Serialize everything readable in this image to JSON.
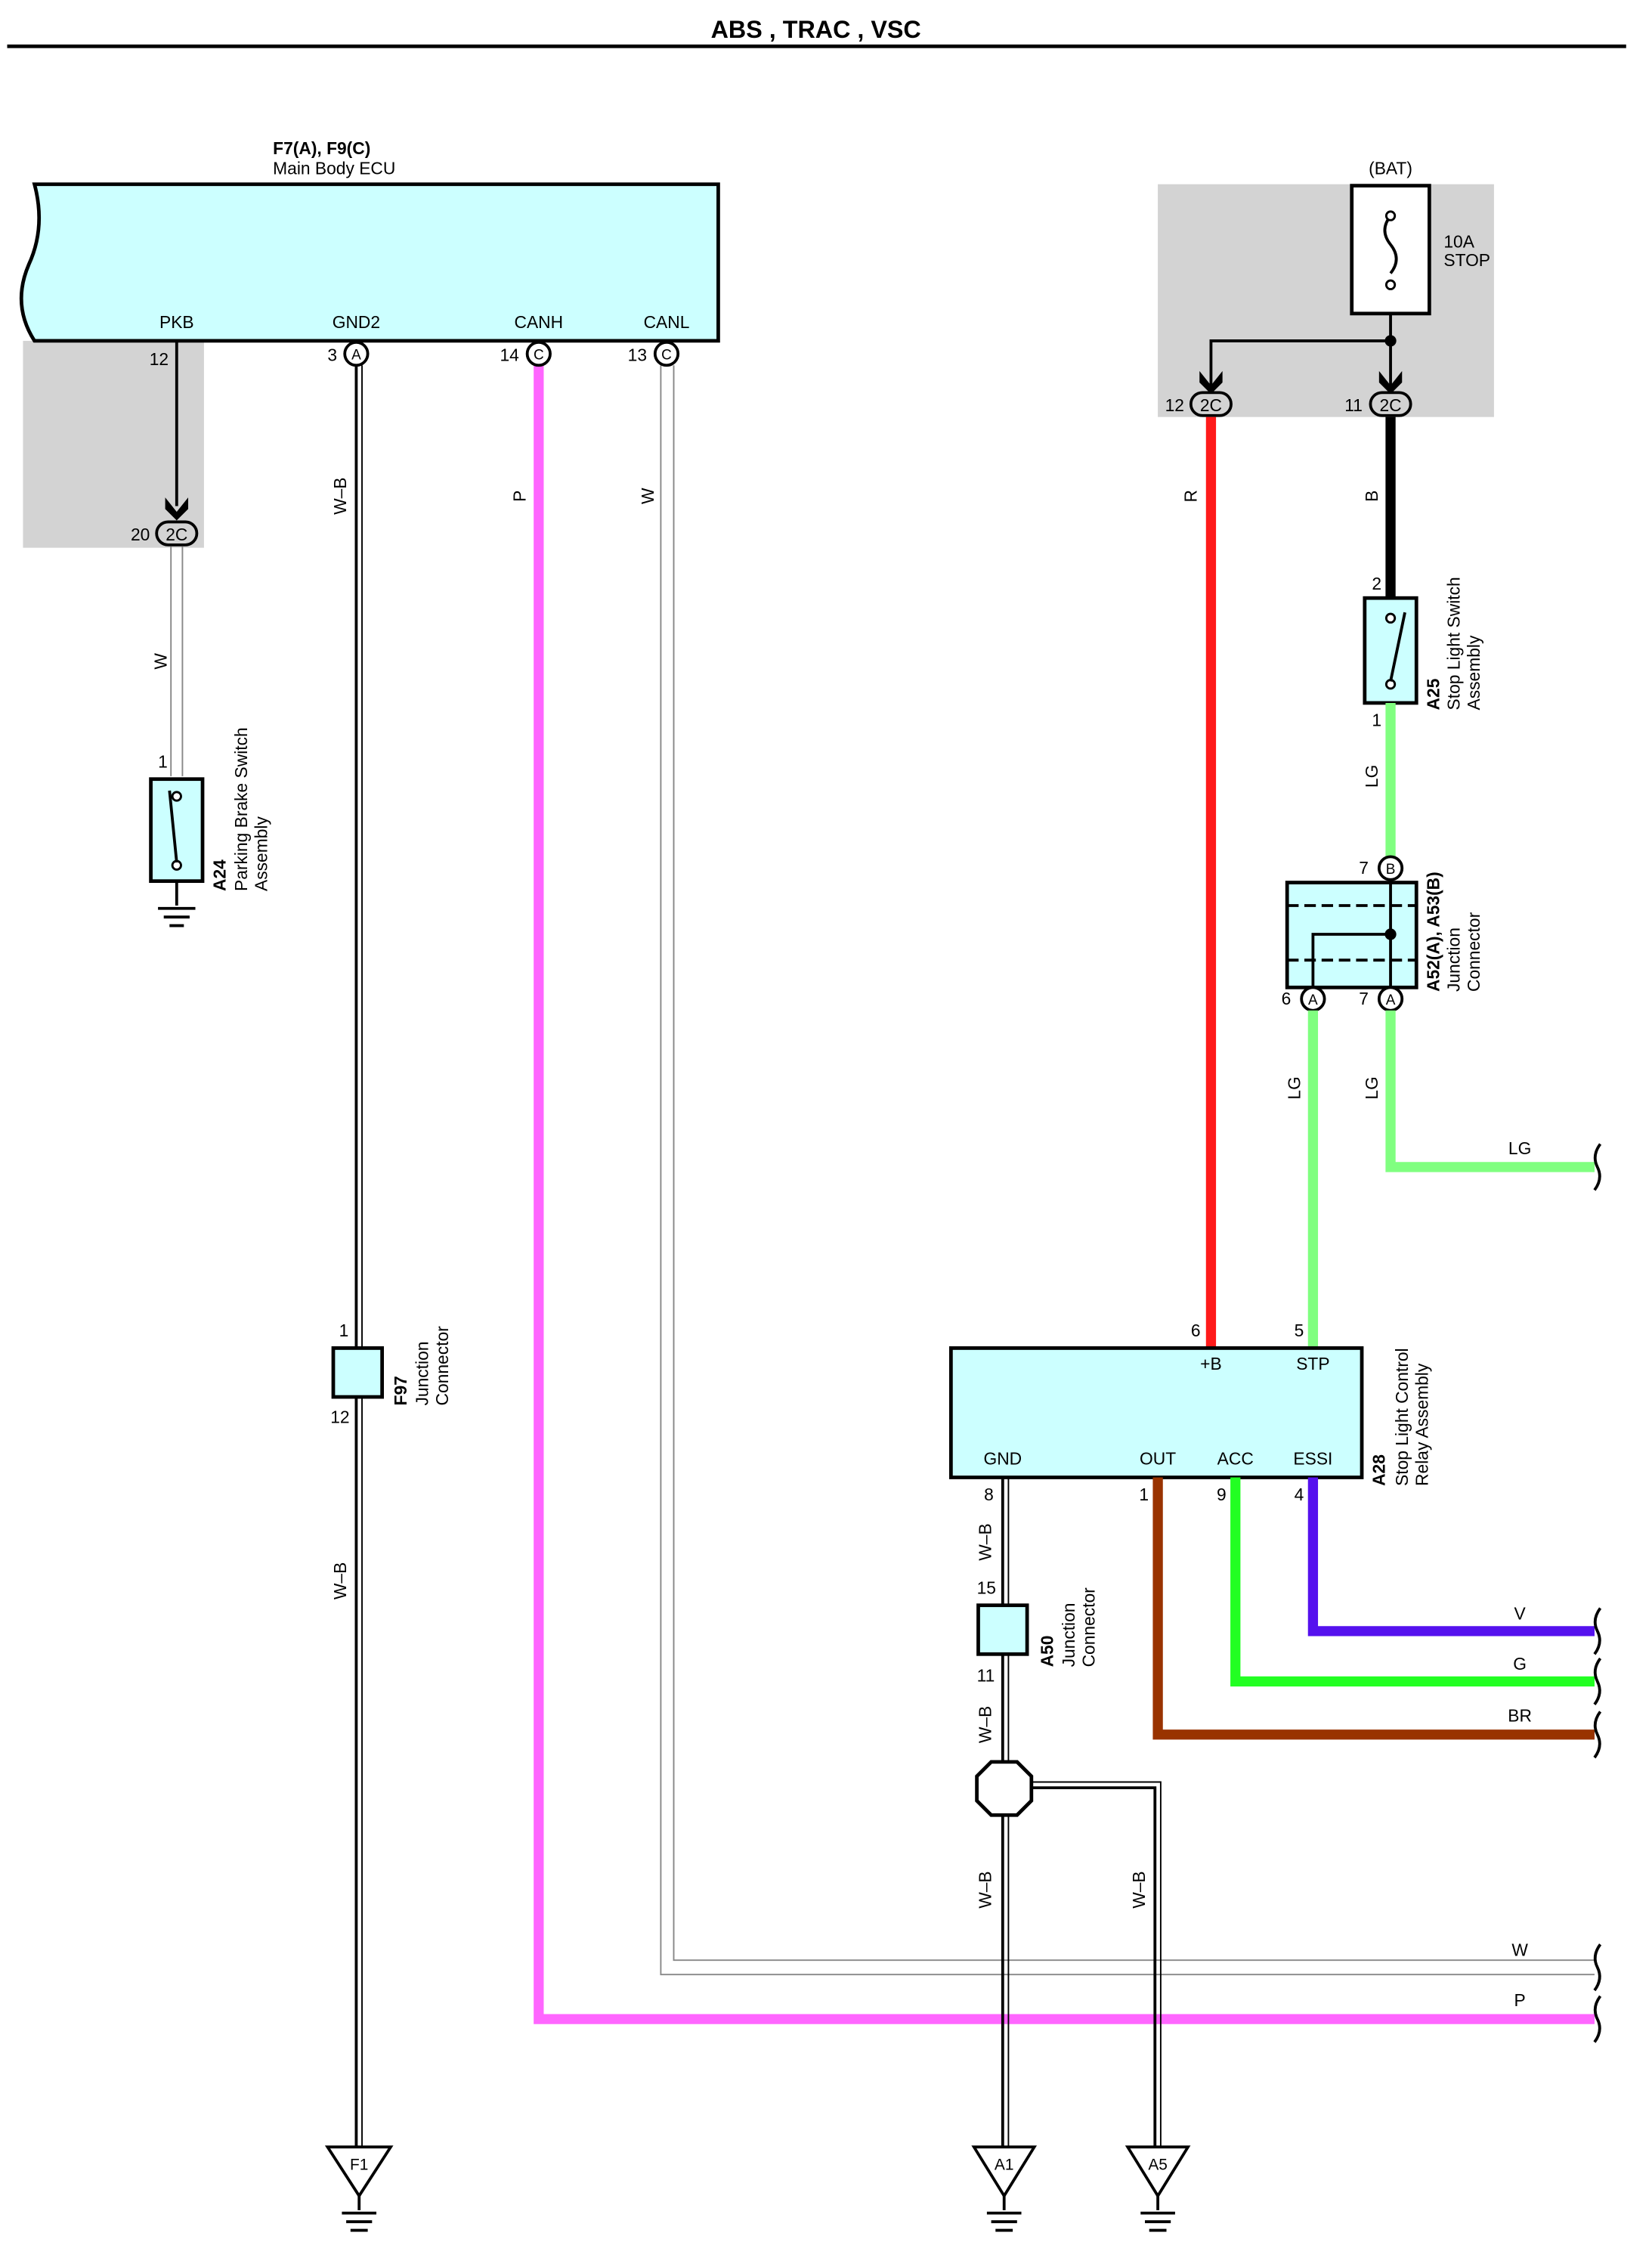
{
  "title": "ABS , TRAC , VSC",
  "colors": {
    "ecu_fill": "#ccffff",
    "relay_block": "#d3d3d3",
    "pink": "#ff66ff",
    "red": "#ff1a1a",
    "black": "#000000",
    "light_green": "#80ff80",
    "green": "#22ff22",
    "violet": "#5511ee",
    "brown": "#993300",
    "white_wire": "#ffffff"
  },
  "ecu": {
    "code": "F7(A), F9(C)",
    "name": "Main Body ECU",
    "terminals": [
      {
        "label": "PKB",
        "pin": "12",
        "conn": ""
      },
      {
        "label": "GND2",
        "pin": "3",
        "conn": "A"
      },
      {
        "label": "CANH",
        "pin": "14",
        "conn": "C"
      },
      {
        "label": "CANL",
        "pin": "13",
        "conn": "C"
      }
    ]
  },
  "fuse": {
    "source": "(BAT)",
    "rating": "10A",
    "name": "STOP",
    "pins": [
      {
        "pin": "12",
        "conn": "2C"
      },
      {
        "pin": "11",
        "conn": "2C"
      }
    ]
  },
  "junction_block_pin": {
    "pin": "20",
    "conn": "2C"
  },
  "components": {
    "a24": {
      "code": "A24",
      "name_line1": "Parking Brake Switch",
      "name_line2": "Assembly",
      "pin": "1"
    },
    "a25": {
      "code": "A25",
      "name_line1": "Stop Light Switch",
      "name_line2": "Assembly",
      "pin_top": "2",
      "pin_bottom": "1"
    },
    "a52": {
      "code": "A52(A), A53(B)",
      "name_line1": "Junction",
      "name_line2": "Connector",
      "pin_b": "7",
      "conn_b": "B",
      "pin_a6": "6",
      "conn_a6": "A",
      "pin_a7": "7",
      "conn_a7": "A"
    },
    "f97": {
      "code": "F97",
      "name_line1": "Junction",
      "name_line2": "Connector",
      "pin_top": "1",
      "pin_bottom": "12"
    },
    "a50": {
      "code": "A50",
      "name_line1": "Junction",
      "name_line2": "Connector",
      "pin_top": "15",
      "pin_bottom": "11"
    },
    "a28": {
      "code": "A28",
      "name_line1": "Stop Light Control",
      "name_line2": "Relay Assembly",
      "top_terminals": [
        {
          "label": "+B",
          "pin": "6"
        },
        {
          "label": "STP",
          "pin": "5"
        }
      ],
      "bottom_terminals": [
        {
          "label": "GND",
          "pin": "8"
        },
        {
          "label": "OUT",
          "pin": "1"
        },
        {
          "label": "ACC",
          "pin": "9"
        },
        {
          "label": "ESSI",
          "pin": "4"
        }
      ]
    }
  },
  "wires": {
    "pkb": "W",
    "gnd2": "W–B",
    "gnd2_lower": "W–B",
    "canh": "P",
    "canl": "W",
    "fuse_r": "R",
    "fuse_b": "B",
    "a25_out": "LG",
    "a52_a6": "LG",
    "a52_a7": "LG",
    "lg_out": "LG",
    "v_out": "V",
    "g_out": "G",
    "br_out": "BR",
    "a28_gnd": "W–B",
    "a50_out": "W–B",
    "a1": "W–B",
    "a5": "W–B",
    "w_out": "W",
    "p_out": "P"
  },
  "grounds": [
    "F1",
    "A1",
    "A5"
  ]
}
